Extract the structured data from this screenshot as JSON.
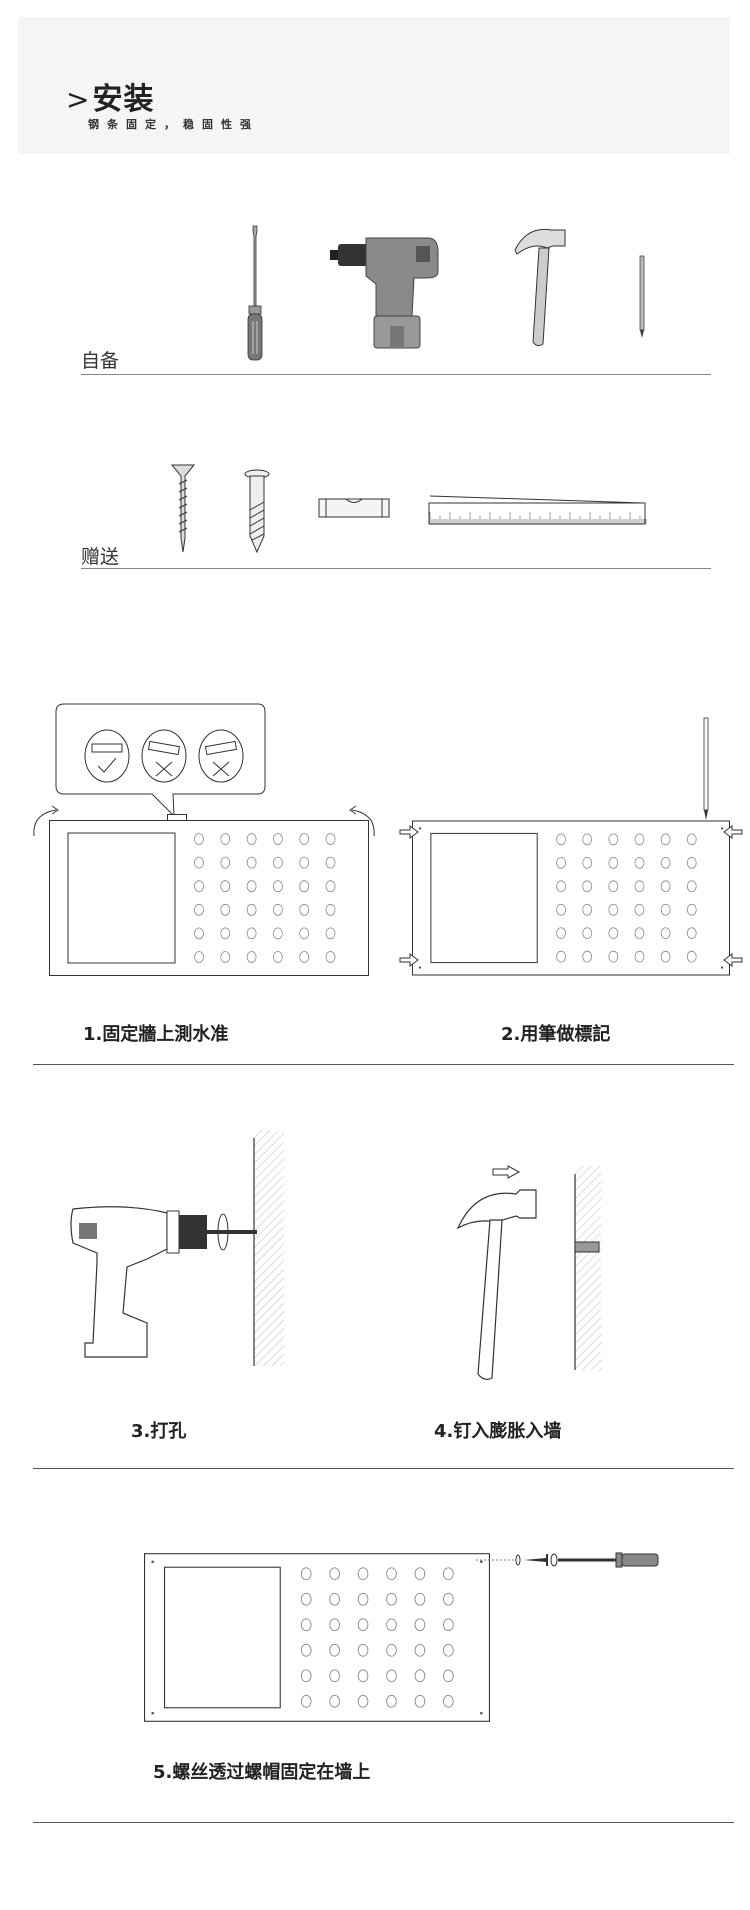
{
  "header": {
    "chevron": ">",
    "title": "安装",
    "subtitle": "钢条固定，稳固性强"
  },
  "tools_self": {
    "label": "自备",
    "items": [
      "screwdriver",
      "electric-drill",
      "hammer",
      "pencil"
    ]
  },
  "tools_gift": {
    "label": "赠送",
    "items": [
      "screw",
      "wall-anchor",
      "spirit-level",
      "ruler"
    ]
  },
  "steps": [
    {
      "label": "1.固定牆上測水准"
    },
    {
      "label": "2.用筆做標記"
    },
    {
      "label": "3.打孔"
    },
    {
      "label": "4.钉入膨胀入墙"
    },
    {
      "label": "5.螺丝透过螺帽固定在墙上"
    }
  ],
  "colors": {
    "header_bg": "#f5f5f5",
    "tool_gray": "#8a8a8a",
    "tool_dark": "#3a3a3a",
    "line": "#555555"
  }
}
